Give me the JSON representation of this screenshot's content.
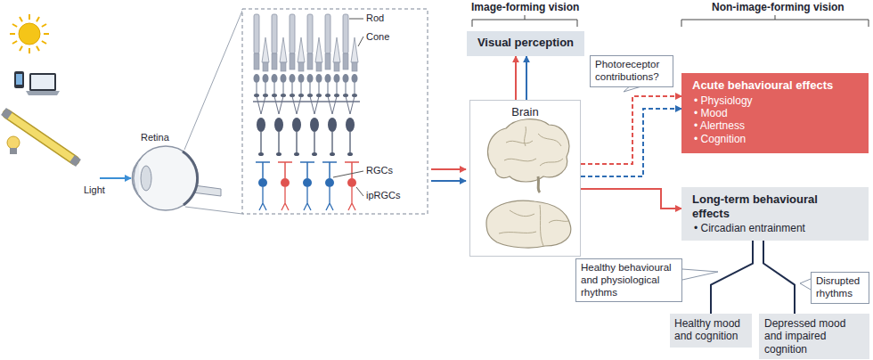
{
  "diagram": {
    "nodes": [
      {
        "text": [
          "Visual perception"
        ]
      },
      {
        "text": [
          "Photoreceptor contributions?"
        ]
      },
      {
        "text": [
          "Acute behavioural effects",
          "• Physiology",
          "• Mood",
          "• Alertness",
          "• Cognition"
        ]
      },
      {
        "text": [
          "Brain"
        ]
      },
      {
        "text": [
          "Long-term behavioural effects",
          "• Circadian entrainment"
        ]
      },
      {
        "text": [
          "Healthy behavioural and physiological rhythms"
        ]
      },
      {
        "text": [
          "Disrupted rhythms"
        ]
      },
      {
        "text": [
          "Healthy mood and cognition"
        ]
      },
      {
        "text": [
          "Depressed mood and impaired cognition"
        ]
      }
    ],
    "edges": [
      {
        "from": 3,
        "to": 0,
        "arrow": "to"
      },
      {
        "from": 3,
        "to": 0,
        "arrow": "to"
      },
      {
        "from": 3,
        "to": 2,
        "arrow": "to"
      },
      {
        "from": 3,
        "to": 2,
        "arrow": "to"
      },
      {
        "from": 3,
        "to": 4,
        "arrow": "to"
      },
      {
        "from": 4,
        "to": 7,
        "arrow": "none"
      },
      {
        "from": 4,
        "to": 8,
        "arrow": "none"
      }
    ],
    "labels": [
      "Image-forming vision",
      "Non-image-forming vision",
      "Rod",
      "Cone",
      "Retina",
      "Light",
      "RGCs",
      "ipRGCs"
    ]
  }
}
